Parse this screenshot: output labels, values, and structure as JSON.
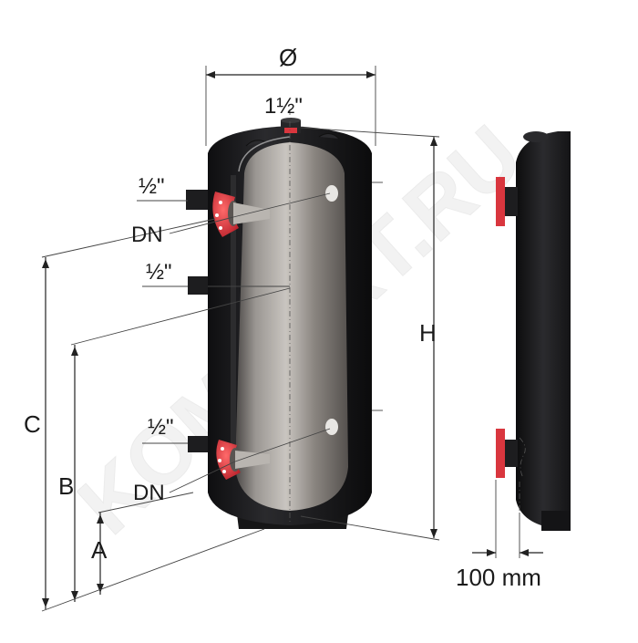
{
  "labels": {
    "diameter": "Ø",
    "top_connection": "1½\"",
    "upper_half_inch": "½\"",
    "upper_dn": "DN",
    "middle_half_inch": "½\"",
    "lower_half_inch": "½\"",
    "lower_dn": "DN",
    "height": "H",
    "dim_c": "C",
    "dim_b": "B",
    "dim_a": "A",
    "clearance": "100 mm"
  },
  "watermark": "KOMFORT.RU",
  "colors": {
    "tank_body": "#1c1c1e",
    "inner_steel": "#8e8a86",
    "flange": "#d9363e",
    "watermark": "#e6e6e6"
  }
}
